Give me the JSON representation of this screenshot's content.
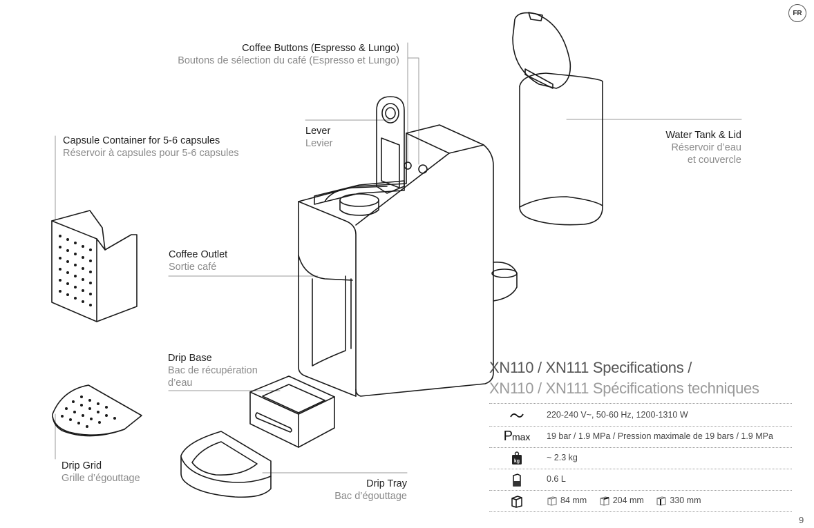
{
  "lang_badge": "FR",
  "labels": {
    "coffee_buttons": {
      "en": "Coffee Buttons (Espresso & Lungo)",
      "fr": "Boutons de sélection du café (Espresso et Lungo)"
    },
    "lever": {
      "en": "Lever",
      "fr": "Levier"
    },
    "capsule_container": {
      "en": "Capsule Container for 5-6 capsules",
      "fr": "Réservoir à capsules pour 5-6 capsules"
    },
    "water_tank": {
      "en": "Water Tank & Lid",
      "fr1": "Réservoir d’eau",
      "fr2": "et couvercle"
    },
    "coffee_outlet": {
      "en": "Coffee Outlet",
      "fr": "Sortie café"
    },
    "drip_base": {
      "en": "Drip Base",
      "fr1": "Bac de récupération",
      "fr2": "d’eau"
    },
    "drip_grid": {
      "en": "Drip Grid",
      "fr": "Grille d’égouttage"
    },
    "drip_tray": {
      "en": "Drip Tray",
      "fr": "Bac d’égouttage"
    }
  },
  "specs": {
    "title_en": "XN110 / XN111 Specifications /",
    "title_fr": "XN110 / XN111 Spécifications techniques",
    "pmax_symbol": "P",
    "pmax_sub": "max",
    "weight_symbol": "kg",
    "rows": {
      "power": "220-240 V~, 50-60 Hz, 1200-1310 W",
      "pressure": "19 bar / 1.9 MPa  /  Pression maximale de 19 bars / 1.9 MPa",
      "weight": "~ 2.3 kg",
      "capacity": "0.6 L",
      "dim_w": "84 mm",
      "dim_d": "204 mm",
      "dim_h": "330 mm"
    }
  },
  "page_number": "9"
}
